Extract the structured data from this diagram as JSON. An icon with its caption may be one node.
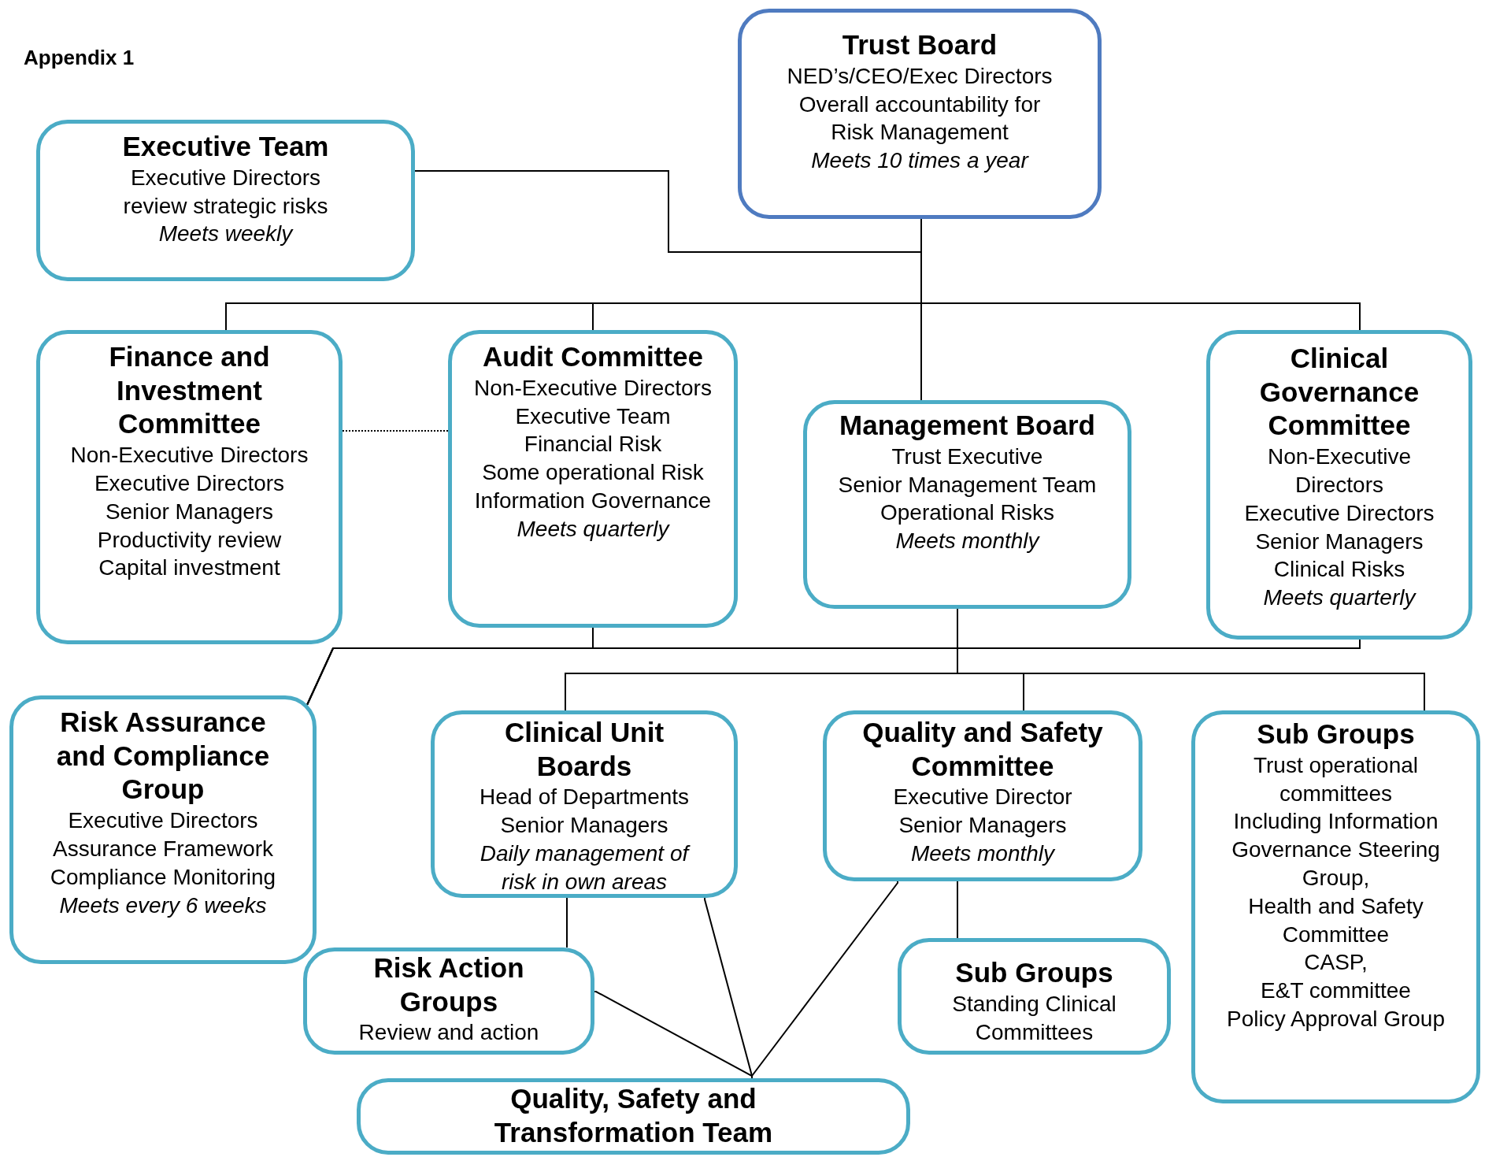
{
  "diagram": {
    "nodes": [
      {
        "text": [
          "Trust Board",
          "NED’s/CEO/Exec Directors",
          "Overall accountability for Risk Management",
          "*Meets 10 times a year*"
        ]
      },
      {
        "text": [
          "Executive Team",
          "Executive Directors review strategic risks",
          "*Meets weekly*"
        ]
      },
      {
        "text": [
          "Finance and Investment Committee",
          "Non-Executive Directors",
          "Executive Directors",
          "Senior Managers",
          "Productivity review",
          "Capital investment"
        ]
      },
      {
        "text": [
          "Audit Committee",
          "Non-Executive Directors",
          "Executive Team",
          "Financial Risk",
          "Some operational Risk",
          "Information Governance",
          "*Meets quarterly*"
        ]
      },
      {
        "text": [
          "Management Board",
          "Trust Executive",
          "Senior Management Team",
          "Operational Risks",
          "*Meets monthly*"
        ]
      },
      {
        "text": [
          "Clinical Governance Committee",
          "Non-Executive Directors",
          "Executive Directors",
          "Senior Managers",
          "Clinical Risks",
          "*Meets quarterly*"
        ]
      },
      {
        "text": [
          "Risk Assurance and Compliance Group",
          "Executive Directors",
          "Assurance Framework",
          "Compliance Monitoring",
          "*Meets every 6 weeks*"
        ]
      },
      {
        "text": [
          "Clinical Unit Boards",
          "Head of Departments",
          "Senior Managers",
          "*Daily management of risk in own areas*"
        ]
      },
      {
        "text": [
          "Quality and Safety Committee",
          "Executive Director",
          "Senior Managers",
          "*Meets monthly*"
        ]
      },
      {
        "text": [
          "Sub Groups",
          "Trust operational committees",
          "Including Information Governance Steering Group,",
          "Health and Safety Committee",
          "CASP,",
          "E&T committee",
          "Policy Approval Group"
        ]
      },
      {
        "text": [
          "Risk Action Groups",
          "Review and action"
        ]
      },
      {
        "text": [
          "Sub Groups",
          "Standing Clinical Committees"
        ]
      },
      {
        "text": [
          "Quality, Safety and Transformation Team"
        ]
      }
    ],
    "edges": [
      {
        "from": 1,
        "to": 0,
        "arrow": "none"
      },
      {
        "from": 0,
        "to": 4,
        "arrow": "none"
      },
      {
        "from": 0,
        "to": 2,
        "arrow": "none"
      },
      {
        "from": 0,
        "to": 3,
        "arrow": "none"
      },
      {
        "from": 0,
        "to": 5,
        "arrow": "none"
      },
      {
        "from": 2,
        "to": 3,
        "arrow": "none",
        "style": "dashed"
      },
      {
        "from": 3,
        "to": 6,
        "arrow": "none"
      },
      {
        "from": 5,
        "to": 6,
        "arrow": "none"
      },
      {
        "from": 4,
        "to": 6,
        "arrow": "none"
      },
      {
        "from": 4,
        "to": 7,
        "arrow": "none"
      },
      {
        "from": 4,
        "to": 8,
        "arrow": "none"
      },
      {
        "from": 4,
        "to": 9,
        "arrow": "none"
      },
      {
        "from": 7,
        "to": 10,
        "arrow": "none"
      },
      {
        "from": 8,
        "to": 11,
        "arrow": "none"
      },
      {
        "from": 10,
        "to": 12,
        "arrow": "none"
      },
      {
        "from": 7,
        "to": 12,
        "arrow": "none"
      },
      {
        "from": 8,
        "to": 12,
        "arrow": "none"
      }
    ],
    "labels": [
      "Appendix 1"
    ]
  }
}
